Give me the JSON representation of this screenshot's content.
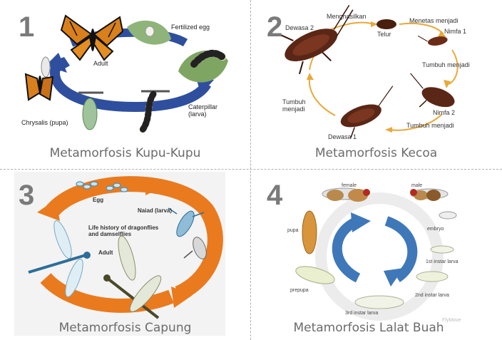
{
  "panels": [
    {
      "number": "1",
      "caption": "Metamorfosis Kupu-Kupu",
      "stages": {
        "egg": "Fertilized egg",
        "larva": "Caterpillar (larva)",
        "pupa": "Chrysalis (pupa)",
        "adult": "Adult"
      }
    },
    {
      "number": "2",
      "caption": "Metamorfosis Kecoa",
      "labels": {
        "dewasa2": "Dewasa 2",
        "menghasilkan": "Menghasilkan",
        "telur": "Telur",
        "menetas": "Menetas menjadi",
        "nimfa1": "Nimfa 1",
        "tumbuh_right": "Tumbuh menjadi",
        "nimfa2": "Nimfa 2",
        "tumbuh_bottom": "Tumbuh menjadi",
        "dewasa1": "Dewasa 1",
        "tumbuh_left": "Tumbuh menjadi"
      }
    },
    {
      "number": "3",
      "caption": "Metamorfosis Capung",
      "labels": {
        "egg": "Egg",
        "naiad": "Naiad (larva)",
        "title": "Life history of dragonflies and damselflies",
        "adult": "Adult"
      }
    },
    {
      "number": "4",
      "caption": "Metamorfosis Lalat Buah",
      "labels": {
        "female": "female",
        "male": "male",
        "embryo": "embryo",
        "larva1": "1st instar larva",
        "larva2": "2nd instar larva",
        "larva3": "3rd instar larva",
        "prepupa": "prepupa",
        "pupa": "pupa",
        "watermark": "FlyMove"
      }
    }
  ],
  "colors": {
    "divider": "#b0b0b0",
    "number": "#7a7a7a",
    "caption": "#6b6b6b",
    "butterfly_arrow": "#2f4f9e",
    "cockroach_arrow": "#e8a93a",
    "dragonfly_arrow": "#ea7a1e",
    "fly_arrow": "#3f78b8"
  }
}
